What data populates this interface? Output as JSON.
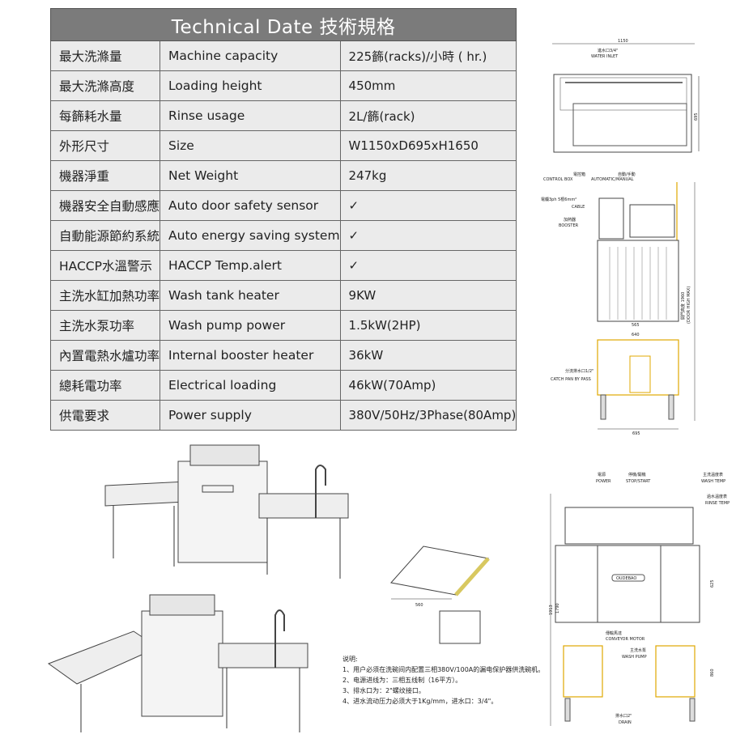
{
  "table": {
    "title": "Technical Date 技術規格",
    "rows": [
      {
        "zh": "最大洗滌量",
        "en": "Machine capacity",
        "value": "225籂(racks)/小時 ( hr.)"
      },
      {
        "zh": "最大洗滌高度",
        "en": "Loading height",
        "value": "450mm"
      },
      {
        "zh": "每籂耗水量",
        "en": "Rinse usage",
        "value": "2L/籂(rack)"
      },
      {
        "zh": "外形尺寸",
        "en": "Size",
        "value": "W1150xD695xH1650"
      },
      {
        "zh": "機器淨重",
        "en": "Net Weight",
        "value": "247kg"
      },
      {
        "zh": "機器安全自動感應",
        "en": "Auto door safety sensor",
        "value": "✓"
      },
      {
        "zh": "自動能源節約系統",
        "en": "Auto energy saving system",
        "value": "✓"
      },
      {
        "zh": "HACCP水溫警示",
        "en": "HACCP Temp.alert",
        "value": "✓"
      },
      {
        "zh": "主洗水缸加熱功率",
        "en": "Wash tank heater",
        "value": "9KW"
      },
      {
        "zh": "主洗水泵功率",
        "en": "Wash pump power",
        "value": "1.5kW(2HP)"
      },
      {
        "zh": "內置電熱水爐功率",
        "en": "Internal booster heater",
        "value": "36kW"
      },
      {
        "zh": "總耗電功率",
        "en": "Electrical loading",
        "value": "46kW(70Amp)"
      },
      {
        "zh": "供電要求",
        "en": "Power supply",
        "value": "380V/50Hz/3Phase(80Amp)"
      }
    ]
  },
  "top_view": {
    "width_dim": "1150",
    "depth_dim": "695",
    "water_inlet_zh": "進水口3/4\"",
    "water_inlet": "WATER INLET"
  },
  "side_view": {
    "control_box_zh": "電控箱",
    "control_box": "CONTROL BOX",
    "auto_manual_zh": "自動/手動",
    "auto_manual": "AUTOMATIC/MANUAL",
    "cable_zh": "電纜3ph 5根6mm²",
    "cable": "CABLE",
    "booster_zh": "加熱器",
    "booster": "BOOSTER",
    "door_high_zh": "開門高度 1960",
    "door_high": "(DOOR HIGH MAX)",
    "dim_565": "565",
    "dim_640": "640",
    "dim_695": "695",
    "catch_pan_zh": "分流排水口1/2\"",
    "catch_pan": "CATCH PAN BY PASS"
  },
  "front_view": {
    "power_zh": "電源",
    "power": "POWER",
    "stop_start_zh": "停機/開機",
    "stop_start": "STOP/START",
    "wash_temp_zh": "主洗溫度表",
    "wash_temp": "WASH TEMP",
    "rinse_temp_zh": "過水溫度表",
    "rinse_temp": "RINSE TEMP",
    "brand": "OUDEBAO",
    "conveyor_zh": "傳輸馬達",
    "conveyor": "CONVEYOR MOTOR",
    "wash_pump_zh": "主洗水泵",
    "wash_pump": "WASH PUMP",
    "drain_zh": "排水口2\"",
    "drain": "DRAIN",
    "dim_1913": "1913",
    "dim_1790": "1790",
    "dim_625": "625",
    "dim_860": "860"
  },
  "rack_detail": {
    "dim": "560"
  },
  "notes": {
    "title": "说明:",
    "items": [
      "1、用户必须在洗碗间内配置三相380V/100A的漏电保护器供洗碗机。",
      "2、电源进线为：三相五线制（16平方）。",
      "3、排水口为：2\"螺纹接口。",
      "4、进水流动压力必须大于1Kg/mm，进水口：3/4\"。"
    ]
  }
}
